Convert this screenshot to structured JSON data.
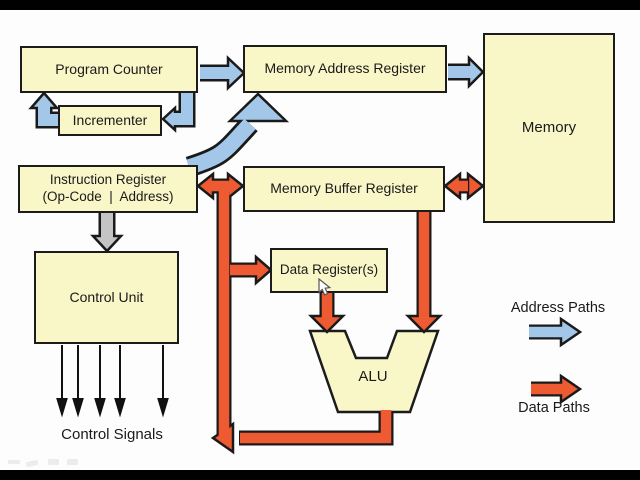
{
  "diagram": {
    "boxes": {
      "program_counter": {
        "label": "Program Counter"
      },
      "incrementer": {
        "label": "Incrementer"
      },
      "memory_address_register": {
        "label": "Memory Address Register"
      },
      "memory": {
        "label": "Memory"
      },
      "instruction_register": {
        "line1": "Instruction Register",
        "line2": "(Op-Code  |  Address)"
      },
      "memory_buffer_register": {
        "label": "Memory Buffer Register"
      },
      "control_unit": {
        "label": "Control Unit"
      },
      "data_registers": {
        "label": "Data Register(s)"
      },
      "alu": {
        "label": "ALU"
      }
    },
    "labels": {
      "control_signals": "Control Signals"
    },
    "legend": {
      "address_paths": "Address Paths",
      "data_paths": "Data Paths"
    },
    "colors": {
      "box_fill": "#f9f6c8",
      "address_path_blue": "#a3c7e8",
      "data_path_orange": "#ee5a31",
      "control_gray": "#c4c4c4",
      "outline_black": "#1a1a1a",
      "background": "#fdfdfd",
      "letterbox": "#010101"
    }
  }
}
